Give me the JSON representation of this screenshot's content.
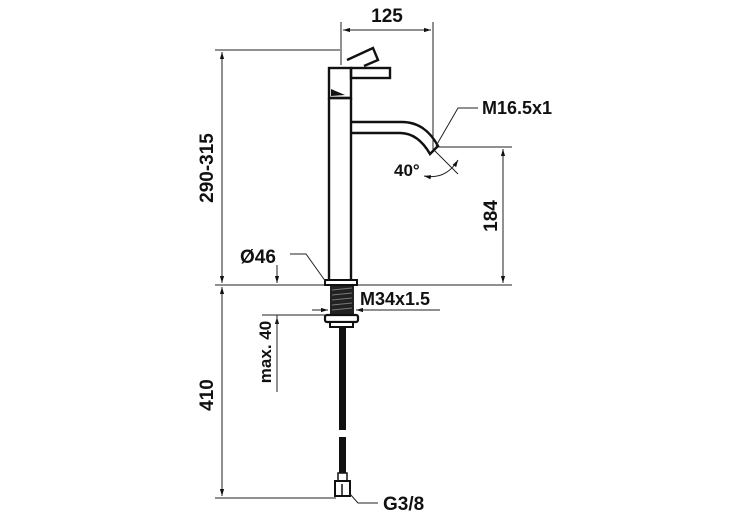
{
  "diagram": {
    "type": "technical-drawing",
    "subject": "single-lever tall basin mixer faucet, side elevation",
    "colors": {
      "line": "#111111",
      "background": "#ffffff"
    },
    "dimensions": {
      "spout_reach": "125",
      "height_range": "290-315",
      "spout_outlet_height": "184",
      "body_diameter": "Ø46",
      "mounting_thread": "M34x1.5",
      "max_countertop_thickness": "max. 40",
      "hose_length": "410",
      "aerator_thread": "M16.5x1",
      "spout_angle": "40°",
      "hose_connection": "G3/8"
    }
  }
}
